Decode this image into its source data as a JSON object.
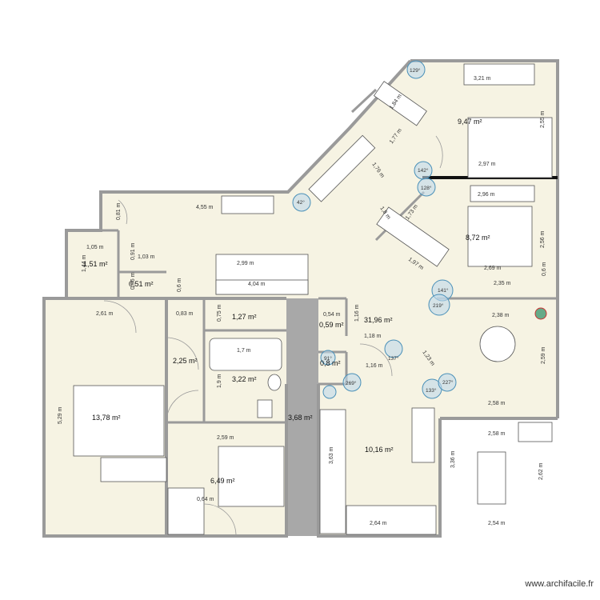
{
  "credit": "www.archifacile.fr",
  "colors": {
    "floor": "#f6f3e3",
    "wall": "#9a9a9a",
    "corridor": "#a8a8a8",
    "door_swing": "#4a90b8",
    "black_wall": "#111111"
  },
  "areas": {
    "bedroom_top_right": "9,47 m²",
    "bedroom_mid_right": "8,72 m²",
    "living": "31,96 m²",
    "bedroom_left": "13,78 m²",
    "closet_left": "2,25 m²",
    "bathroom": "3,22 m²",
    "wc": "1,27 m²",
    "small_a": "0,51 m²",
    "small_b": "0,59 m²",
    "small_c": "0,8 m²",
    "corridor": "3,68 m²",
    "room_bottom_left": "6,49 m²",
    "kitchen": "10,16 m²",
    "small_room_left": "1,51 m²"
  },
  "dims": {
    "d321": "3,21 m",
    "d184": "1,84 m",
    "d297": "2,97 m",
    "d255": "2,55 m",
    "d177": "1,77 m",
    "d176": "1,76 m",
    "d296": "2,96 m",
    "d18": "1,8 m",
    "d173": "1,73 m",
    "d256": "2,56 m",
    "d197": "1,97 m",
    "d269": "2,69 m",
    "d235": "2,35 m",
    "d06a": "0,6 m",
    "d238": "2,38 m",
    "d259": "2,59 m",
    "d258": "2,58 m",
    "d081": "0,81 m",
    "d455": "4,55 m",
    "d105": "1,05 m",
    "d091": "0,91 m",
    "d103": "1,03 m",
    "d141": "1,44 m",
    "d299": "2,99 m",
    "d404": "4,04 m",
    "d06b": "0,6 m",
    "d056": "0,56 m",
    "d261": "2,61 m",
    "d083": "0,83 m",
    "d075": "0,75 m",
    "d054": "0,54 m",
    "d116": "1,16 m",
    "d118": "1,18 m",
    "d17": "1,7 m",
    "d19": "1,9 m",
    "d123": "1,23 m",
    "d529": "5,29 m",
    "d259b": "2,59 m",
    "d064": "0,64 m",
    "d264": "2,64 m",
    "d258b": "2,58 m",
    "d336": "3,36 m",
    "d262": "2,62 m",
    "d254": "2,54 m",
    "d363": "3,63 m",
    "d116b": "1,16 m"
  },
  "angles": {
    "a129": "129°",
    "a142": "142°",
    "a128": "128°",
    "a141": "141°",
    "a219": "219°",
    "a91": "91°",
    "a137": "137°",
    "a133": "133°",
    "a227": "227°",
    "a269": "269°",
    "a42": "42°"
  }
}
